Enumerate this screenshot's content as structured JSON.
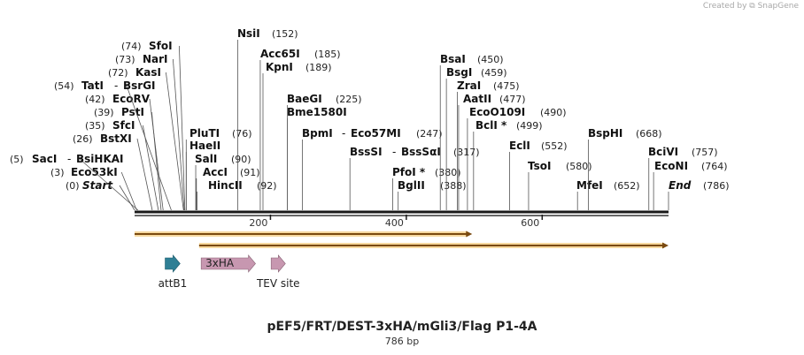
{
  "credit": "Created by ⧉ SnapGene",
  "plasmid": {
    "name": "pEF5/FRT/DEST-3xHA/mGli3/Flag P1-4A",
    "size_label": "786 bp"
  },
  "ruler": {
    "length": 786,
    "ticks": [
      200,
      400,
      600
    ]
  },
  "sites": [
    {
      "name": "Start",
      "pos": 0,
      "label": "(0)",
      "italic": true
    },
    {
      "name": "Eco53kI",
      "pos": 3,
      "label": "(3)"
    },
    {
      "name": "SacI",
      "alias": "BsiHKAI",
      "pos": 5,
      "label": "(5)"
    },
    {
      "name": "BstXI",
      "pos": 26,
      "label": "(26)"
    },
    {
      "name": "SfcI",
      "pos": 35,
      "label": "(35)"
    },
    {
      "name": "PstI",
      "pos": 39,
      "label": "(39)"
    },
    {
      "name": "EcoRV",
      "pos": 42,
      "label": "(42)"
    },
    {
      "name": "TatI",
      "alias": "BsrGI",
      "pos": 54,
      "label": "(54)"
    },
    {
      "name": "KasI",
      "pos": 72,
      "label": "(72)"
    },
    {
      "name": "NarI",
      "pos": 73,
      "label": "(73)"
    },
    {
      "name": "SfoI",
      "pos": 74,
      "label": "(74)"
    },
    {
      "name": "PluTI",
      "pos": 76,
      "label": "(76)"
    },
    {
      "name": "HaeII",
      "pos": 76,
      "label": ""
    },
    {
      "name": "SalI",
      "pos": 90,
      "label": "(90)"
    },
    {
      "name": "AccI",
      "pos": 91,
      "label": "(91)"
    },
    {
      "name": "HincII",
      "pos": 92,
      "label": "(92)"
    },
    {
      "name": "NsiI",
      "pos": 152,
      "label": "(152)"
    },
    {
      "name": "Acc65I",
      "pos": 185,
      "label": "(185)"
    },
    {
      "name": "KpnI",
      "pos": 189,
      "label": "(189)"
    },
    {
      "name": "BaeGI",
      "pos": 225,
      "label": "(225)"
    },
    {
      "name": "Bme1580I",
      "pos": 225,
      "label": ""
    },
    {
      "name": "BpmI",
      "alias": "Eco57MI",
      "pos": 247,
      "label": "(247)"
    },
    {
      "name": "BssSI",
      "alias": "BssSαI",
      "pos": 317,
      "label": "(317)"
    },
    {
      "name": "PfoI *",
      "pos": 380,
      "label": "(380)"
    },
    {
      "name": "BglII",
      "pos": 388,
      "label": "(388)"
    },
    {
      "name": "BsaI",
      "pos": 450,
      "label": "(450)"
    },
    {
      "name": "BsgI",
      "pos": 459,
      "label": "(459)"
    },
    {
      "name": "ZraI",
      "pos": 475,
      "label": "(475)"
    },
    {
      "name": "AatII",
      "pos": 477,
      "label": "(477)"
    },
    {
      "name": "EcoO109I",
      "pos": 490,
      "label": "(490)"
    },
    {
      "name": "BclI *",
      "pos": 499,
      "label": "(499)"
    },
    {
      "name": "EclI",
      "pos": 552,
      "label": "(552)"
    },
    {
      "name": "TsoI",
      "pos": 580,
      "label": "(580)"
    },
    {
      "name": "MfeI",
      "pos": 652,
      "label": "(652)"
    },
    {
      "name": "BspHI",
      "pos": 668,
      "label": "(668)"
    },
    {
      "name": "BciVI",
      "pos": 757,
      "label": "(757)"
    },
    {
      "name": "EcoNI",
      "pos": 764,
      "label": "(764)"
    },
    {
      "name": "End",
      "pos": 786,
      "label": "(786)",
      "italic": true
    }
  ],
  "orfs": [
    {
      "start": 0,
      "end": 497,
      "color": "#f0a020"
    },
    {
      "start": 95,
      "end": 786,
      "color": "#f0a020"
    }
  ],
  "features": [
    {
      "name": "attB1",
      "start": 45,
      "end": 67,
      "color": "#2f7f95",
      "label_inside": false
    },
    {
      "name": "3xHA",
      "start": 98,
      "end": 178,
      "color": "#c797b0",
      "label_inside": true
    },
    {
      "name": "TEV site",
      "start": 201,
      "end": 222,
      "color": "#c797b0",
      "label_inside": false
    }
  ]
}
